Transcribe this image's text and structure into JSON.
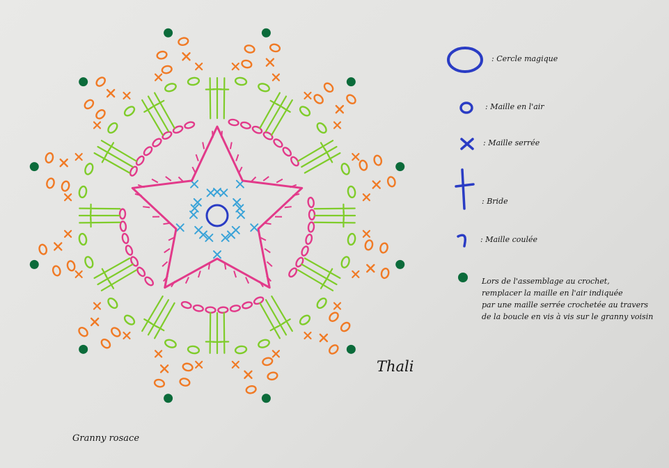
{
  "legend": [
    {
      "symbol": "magic-ring",
      "label": ": Cercle magique",
      "color": "#2a3cc4"
    },
    {
      "symbol": "chain",
      "label": ": Maille en l'air",
      "color": "#2a3cc4"
    },
    {
      "symbol": "single-crochet",
      "label": ": Maille serrée",
      "color": "#2a3cc4"
    },
    {
      "symbol": "double-crochet",
      "label": ": Bride",
      "color": "#2a3cc4"
    },
    {
      "symbol": "slip-stitch",
      "label": ": Maille coulée",
      "color": "#2a3cc4"
    }
  ],
  "join_note": {
    "symbol": "join-dot",
    "color": "#0b6b3a",
    "lines": [
      "Lors de l'assemblage au crochet,",
      "remplacer la maille en l'air indiquée",
      "par une maille serrée crochetée au travers",
      "de la boucle en vis à vis sur le granny voisin"
    ]
  },
  "author": "Thali",
  "caption": "Granny rosace",
  "colors": {
    "ring": "#2a3cc4",
    "round1": "#3aa3d8",
    "round2": "#e23a8a",
    "round3": "#7fcc2a",
    "round4": "#f07a25",
    "join_dot": "#0b6b3a"
  }
}
